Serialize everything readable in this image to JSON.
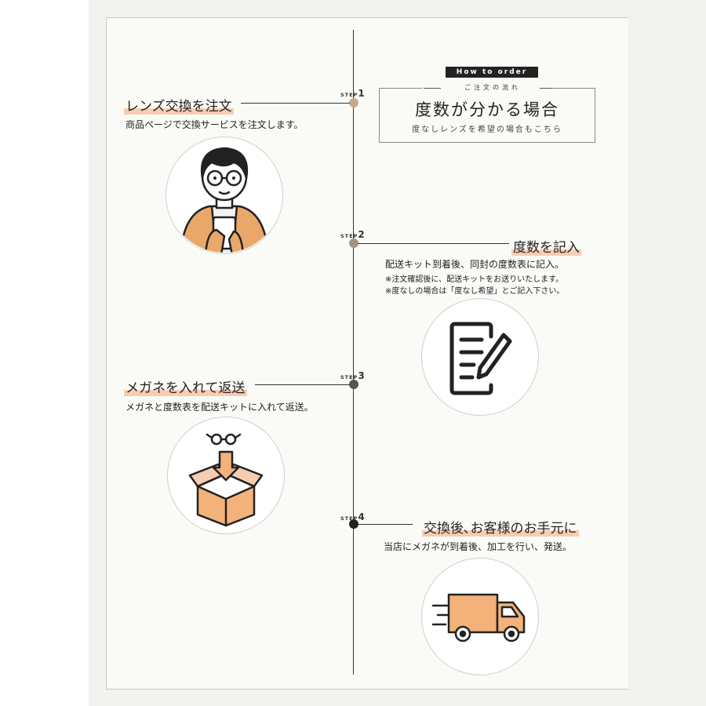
{
  "header": {
    "badge": "How to order",
    "flow_label": "ご注文の流れ",
    "title": "度数が分かる場合",
    "subtitle": "度なしレンズを希望の場合もこちら"
  },
  "steps": [
    {
      "step_prefix": "STEP",
      "number": "1",
      "heading": "レンズ交換を注文",
      "description": "商品ページで交換サービスを注文します。",
      "icon": "person-with-smartphone-icon"
    },
    {
      "step_prefix": "STEP",
      "number": "2",
      "heading": "度数を記入",
      "description": "配送キット到着後、同封の度数表に記入。",
      "notes": [
        "※注文確認後に、配送キットをお送りいたします。",
        "※度なしの場合は「度なし希望」とご記入下さい。"
      ],
      "icon": "document-pen-icon"
    },
    {
      "step_prefix": "STEP",
      "number": "3",
      "heading": "メガネを入れて返送",
      "description": "メガネと度数表を配送キットに入れて返送。",
      "icon": "glasses-box-icon"
    },
    {
      "step_prefix": "STEP",
      "number": "4",
      "heading": "交換後､お客様のお手元に",
      "description": "当店にメガネが到着後、加工を行い、発送。",
      "icon": "delivery-truck-icon"
    }
  ],
  "colors": {
    "accent_highlight": "#f6cdb1",
    "step1_dot": "#c9a88a",
    "step2_dot": "#a8927e",
    "step3_dot": "#555555",
    "step4_dot": "#222222",
    "illustration_orange": "#f3b27a"
  }
}
